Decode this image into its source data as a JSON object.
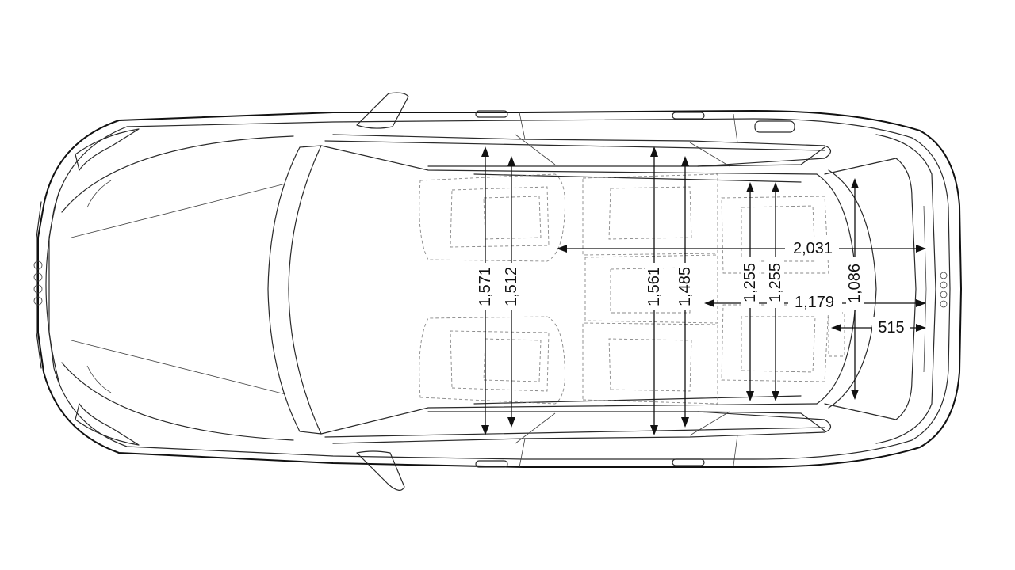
{
  "dimensions": {
    "front_shoulder_width": "1,571",
    "front_elbow_width": "1,512",
    "rear_shoulder_width": "1,561",
    "rear_elbow_width": "1,485",
    "third_row_shoulder_width": "1,255",
    "third_row_elbow_width": "1,255",
    "cargo_length": "2,031",
    "cargo_length_behind_row2": "1,179",
    "cargo_width_between_arches": "1,086",
    "cargo_length_behind_row3": "515"
  }
}
